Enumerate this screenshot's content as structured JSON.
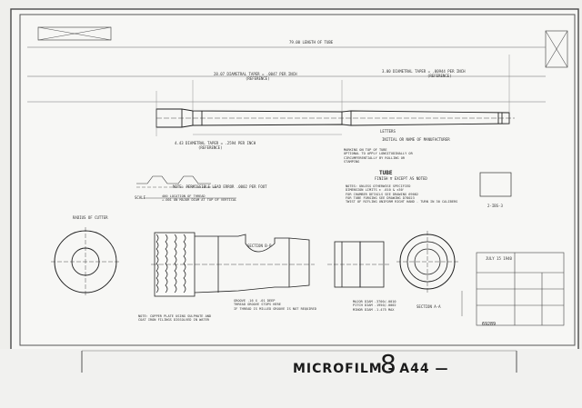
{
  "caption": "MICROFILM - A44 —",
  "frame_number": "8",
  "drawing": {
    "tube_title": "TUBE",
    "drawing_number": "69289",
    "date_stamp": "JULY 15 1940",
    "dimensions": {
      "length_of_tube": "79.00 LENGTH OF TUBE",
      "diametral_taper_1": "28.07 DIAMETRAL TAPER = .0047 PER INCH",
      "diametral_taper_1_ref": "(REFERENCE)",
      "diametral_taper_2": "3.00 DIAMETRAL TAPER = .00944 PER INCH",
      "diametral_taper_2_ref": "(REFERENCE)",
      "diametral_taper_3": "4.43 DIAMETRAL TAPER = .2594 PER INCH",
      "diametral_taper_3_ref": "(REFERENCE)"
    },
    "labels": {
      "letters": "LETTERS",
      "initial_name": "INITIAL OR NAME OF MANUFACTURER",
      "marking_note": "MARKING ON TOP OF TUBE\nOPTIONAL TO APPLY LONGITUDINALLY OR\nCIRCUMFERENTIALLY BY ROLLING OR\nSTAMPING",
      "finish": "FINISH ∇ EXCEPT AS NOTED",
      "notes": "NOTES: UNLESS OTHERWISE SPECIFIED\nDIMENSION LIMITS ± .010 & ±30'\nFOR CHAMBER DETAILS SEE DRAWING 69082\nFOR TUBE FORGING SEE DRAWING D78023\nTWIST OF RIFLING UNIFORM RIGHT HAND - TURN IN 30 CALIBERS",
      "tolerance_note": "NOTE: PERMISSIBLE LEAD ERROR .0002 PER FOOT",
      "scale": "SCALE",
      "thread_location": "400 LOCATION OF THREAD\n+.001 ON MAJOR DIAM AT TOP OF VERTICAL",
      "radius_of_cutter": "RADIUS OF CUTTER",
      "section_bb": "SECTION B-B",
      "section_aa": "SECTION A-A",
      "groove_note": "GROOVE .16 X .01 DEEP\nTHREAD GROOVE STOPS HERE\nIF THREAD IS MILLED GROOVE IS NOT REQUIRED",
      "copper_note": "NOTE: COPPER PLATE USING SULPHATE AND\nCOAT IRON FILINGS DISSOLVED IN WATER",
      "bore_dims": "MAJOR DIAM .3700/.0010\nPITCH DIAM .1950/.0002\nMINOR DIAM .1.475 MAX",
      "detail_label": "2-IBS-3"
    }
  }
}
